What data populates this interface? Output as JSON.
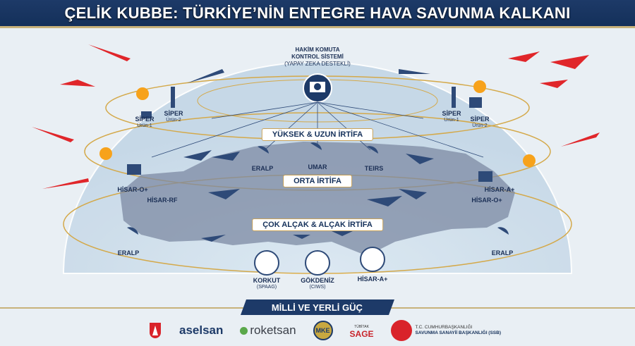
{
  "header": {
    "title": "ÇELİK KUBBE: TÜRKİYE’NİN ENTEGRE HAVA SAVUNMA KALKANI"
  },
  "command": {
    "line1": "HAKİM KOMUTA",
    "line2": "KONTROL SİSTEMİ",
    "line3": "(YAPAY ZEKA DESTEKLİ)"
  },
  "layers": {
    "high": "YÜKSEK & UZUN İRTİFA",
    "mid": "ORTA İRTİFA",
    "low": "ÇOK ALÇAK & ALÇAK İRTİFA"
  },
  "systems": {
    "siper1_left": {
      "name": "SİPER",
      "sub": "Ürün-1"
    },
    "siper2_left": {
      "name": "SİPER",
      "sub": "Ürün-2"
    },
    "siper1_right": {
      "name": "SİPER",
      "sub": "Ürün-1"
    },
    "siper2_right": {
      "name": "SİPER",
      "sub": "Ürün-2"
    },
    "eralp_center": "ERALP",
    "umar": "UMAR",
    "teirs": "TEIRS",
    "hisar_o_left": "HİSAR-O+",
    "hisar_rf": "HİSAR-RF",
    "hisar_a_right": "HİSAR-A+",
    "hisar_o_right": "HİSAR-O+",
    "eralp_left": "ERALP",
    "eralp_right": "ERALP",
    "korkut": {
      "name": "KORKUT",
      "sub": "(SPAAG)"
    },
    "gokdeniz": {
      "name": "GÖKDENİZ",
      "sub": "(CIWS)"
    },
    "hisar_a_bottom": "HİSAR-A+"
  },
  "footer": {
    "banner": "MİLLİ VE YERLİ GÜÇ",
    "logos": {
      "aselsan": "aselsan",
      "roketsan": "roketsan",
      "mke": "MKE",
      "sage_top": "TÜBİTAK",
      "sage": "SAGE",
      "ssb_line1": "T.C. CUMHURBAŞKANLIĞI",
      "ssb_line2": "SAVUNMA SANAYİİ BAŞKANLIĞI (SSB)"
    }
  },
  "colors": {
    "navy": "#1d3a68",
    "gold": "#c8b27a",
    "threat": "#e0262a",
    "friendly": "#2e4a78",
    "map": "#6f7f99"
  }
}
